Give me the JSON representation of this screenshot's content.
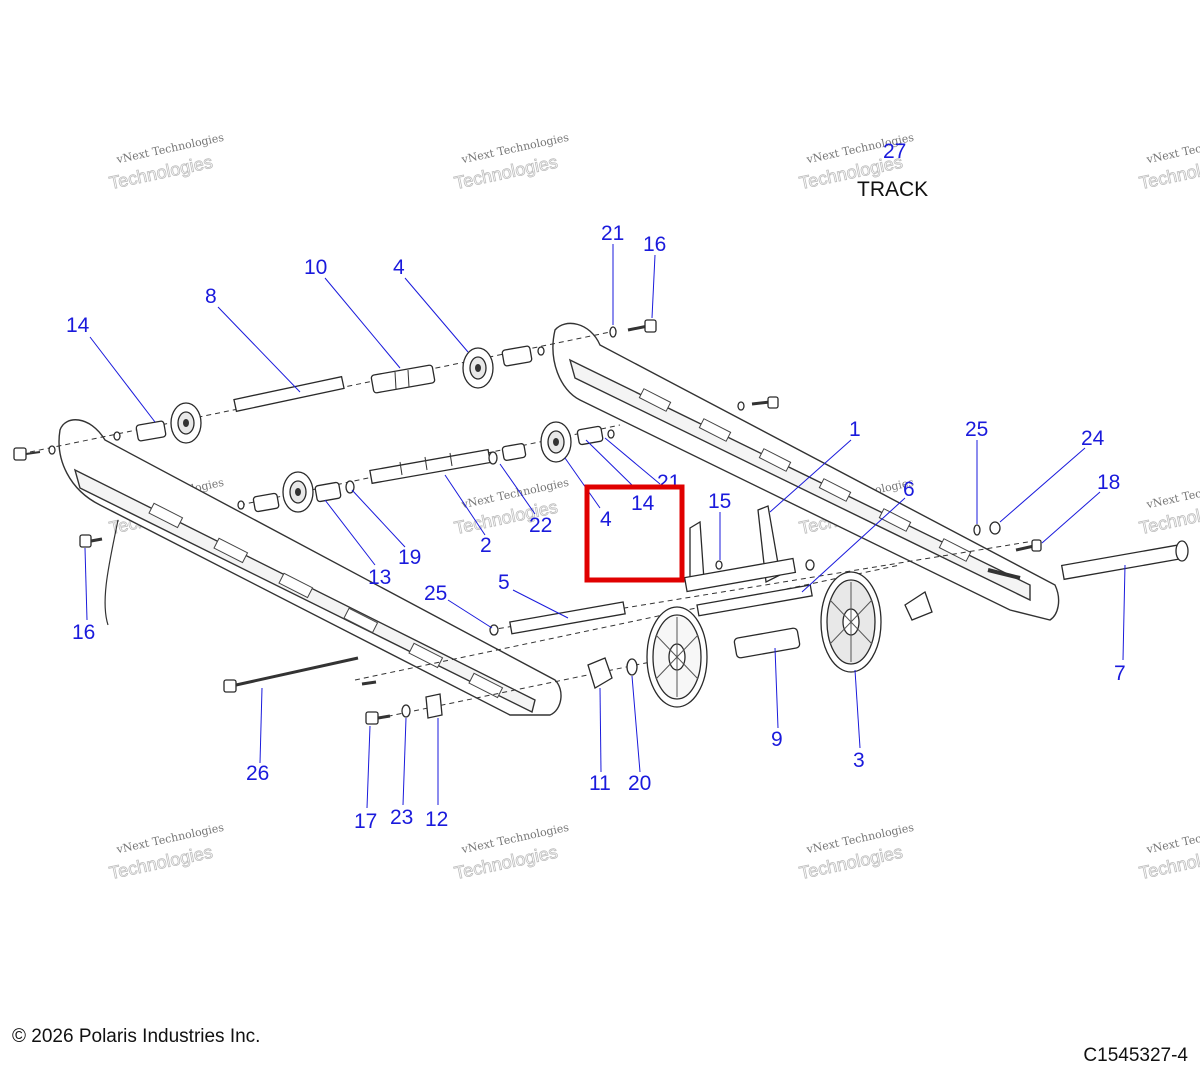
{
  "watermark": {
    "line1": "vNext Technologies",
    "line2": "Technologies"
  },
  "track_label": "TRACK",
  "highlight_color": "#e00000",
  "callout_color": "#1a1adc",
  "callouts": [
    {
      "id": "c27",
      "label": "27"
    },
    {
      "id": "c21a",
      "label": "21"
    },
    {
      "id": "c16a",
      "label": "16"
    },
    {
      "id": "c10",
      "label": "10"
    },
    {
      "id": "c4a",
      "label": "4"
    },
    {
      "id": "c8",
      "label": "8"
    },
    {
      "id": "c14a",
      "label": "14"
    },
    {
      "id": "c1",
      "label": "1"
    },
    {
      "id": "c25a",
      "label": "25"
    },
    {
      "id": "c24",
      "label": "24"
    },
    {
      "id": "c21b",
      "label": "21"
    },
    {
      "id": "c14b",
      "label": "14"
    },
    {
      "id": "c15",
      "label": "15"
    },
    {
      "id": "c6",
      "label": "6"
    },
    {
      "id": "c18",
      "label": "18"
    },
    {
      "id": "c4b",
      "label": "4"
    },
    {
      "id": "c22",
      "label": "22"
    },
    {
      "id": "c2",
      "label": "2"
    },
    {
      "id": "c19",
      "label": "19"
    },
    {
      "id": "c13",
      "label": "13"
    },
    {
      "id": "c5",
      "label": "5"
    },
    {
      "id": "c25b",
      "label": "25"
    },
    {
      "id": "c16b",
      "label": "16"
    },
    {
      "id": "c7",
      "label": "7"
    },
    {
      "id": "c9",
      "label": "9"
    },
    {
      "id": "c3",
      "label": "3"
    },
    {
      "id": "c11",
      "label": "11"
    },
    {
      "id": "c20",
      "label": "20"
    },
    {
      "id": "c26",
      "label": "26"
    },
    {
      "id": "c17",
      "label": "17"
    },
    {
      "id": "c23",
      "label": "23"
    },
    {
      "id": "c12",
      "label": "12"
    }
  ],
  "footer": {
    "copyright": "© 2026 Polaris Industries Inc.",
    "document_number": "C1545327-4"
  }
}
